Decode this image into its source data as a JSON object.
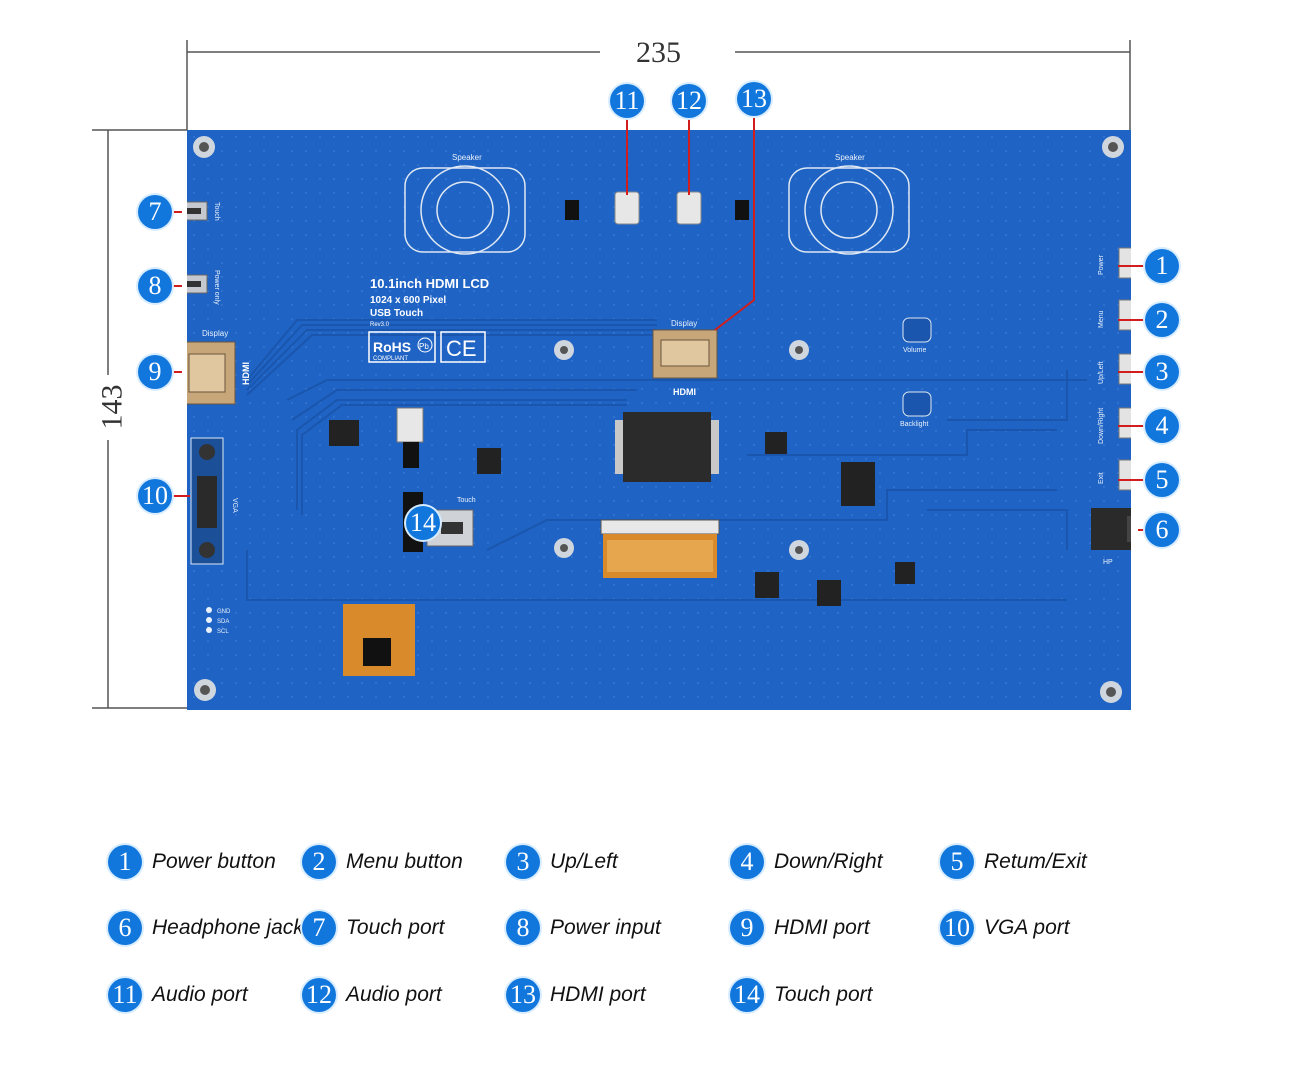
{
  "dimensions": {
    "width": "235",
    "height": "143"
  },
  "board": {
    "title": "10.1inch HDMI LCD",
    "resolution": "1024 x 600 Pixel",
    "touch": "USB Touch",
    "revision": "Rev3.0",
    "speaker_label": "Speaker",
    "display_label": "Display",
    "hdmi_label": "HDMI",
    "touch_label": "Touch",
    "power_only_label": "Power only",
    "vga_label": "VGA",
    "volume_label": "Volume",
    "backlight_label": "Backlight",
    "hp_label": "HP",
    "side_buttons": [
      "Power",
      "Menu",
      "Up/Left",
      "Down/Right",
      "Exit"
    ],
    "i2c_pins": [
      "GND",
      "SDA",
      "SCL"
    ],
    "rohs": "RoHS",
    "compliant": "COMPLIANT",
    "pb": "Pb",
    "ce": "CE"
  },
  "callouts": [
    "1",
    "2",
    "3",
    "4",
    "5",
    "6",
    "7",
    "8",
    "9",
    "10",
    "11",
    "12",
    "13",
    "14"
  ],
  "legend": [
    {
      "num": "1",
      "label": "Power button"
    },
    {
      "num": "2",
      "label": "Menu button"
    },
    {
      "num": "3",
      "label": "Up/Left"
    },
    {
      "num": "4",
      "label": "Down/Right"
    },
    {
      "num": "5",
      "label": "Retum/Exit"
    },
    {
      "num": "6",
      "label": "Headphone jack"
    },
    {
      "num": "7",
      "label": "Touch port"
    },
    {
      "num": "8",
      "label": "Power input"
    },
    {
      "num": "9",
      "label": "HDMI port"
    },
    {
      "num": "10",
      "label": "VGA port"
    },
    {
      "num": "11",
      "label": "Audio port"
    },
    {
      "num": "12",
      "label": "Audio port"
    },
    {
      "num": "13",
      "label": "HDMI port"
    },
    {
      "num": "14",
      "label": "Touch port"
    }
  ],
  "colors": {
    "board": "#1f63c4",
    "callout": "#1177dd",
    "trace": "#1a56ad",
    "ffc": "#d98a2b"
  }
}
